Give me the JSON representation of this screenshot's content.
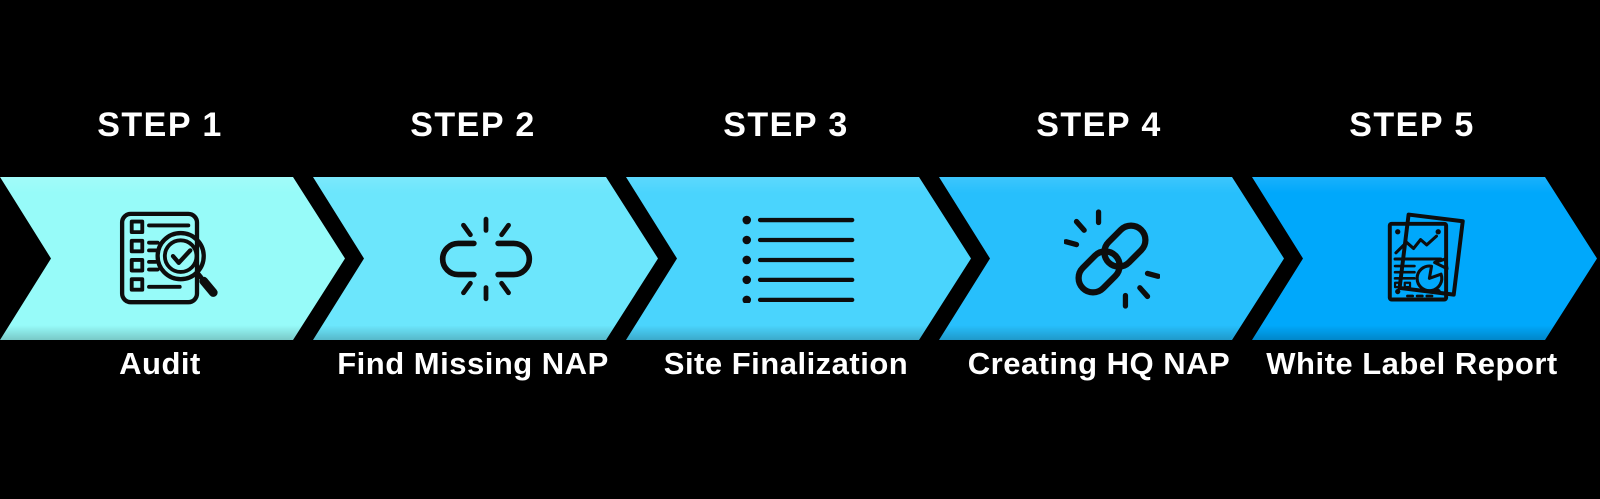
{
  "background_color": "#000000",
  "text_color": "#FFFFFF",
  "icon_stroke_color": "#0D0D0D",
  "steps": [
    {
      "header": "STEP 1",
      "label": "Audit",
      "icon": "audit-checklist-icon",
      "color": "#97FBF9"
    },
    {
      "header": "STEP 2",
      "label": "Find Missing NAP",
      "icon": "broken-link-icon",
      "color": "#6CE6FC"
    },
    {
      "header": "STEP 3",
      "label": "Site Finalization",
      "icon": "bullet-list-icon",
      "color": "#4AD4FD"
    },
    {
      "header": "STEP 4",
      "label": "Creating HQ NAP",
      "icon": "chain-link-icon",
      "color": "#27BFFC"
    },
    {
      "header": "STEP 5",
      "label": "White Label Report",
      "icon": "report-document-icon",
      "color": "#00A8FB"
    }
  ]
}
